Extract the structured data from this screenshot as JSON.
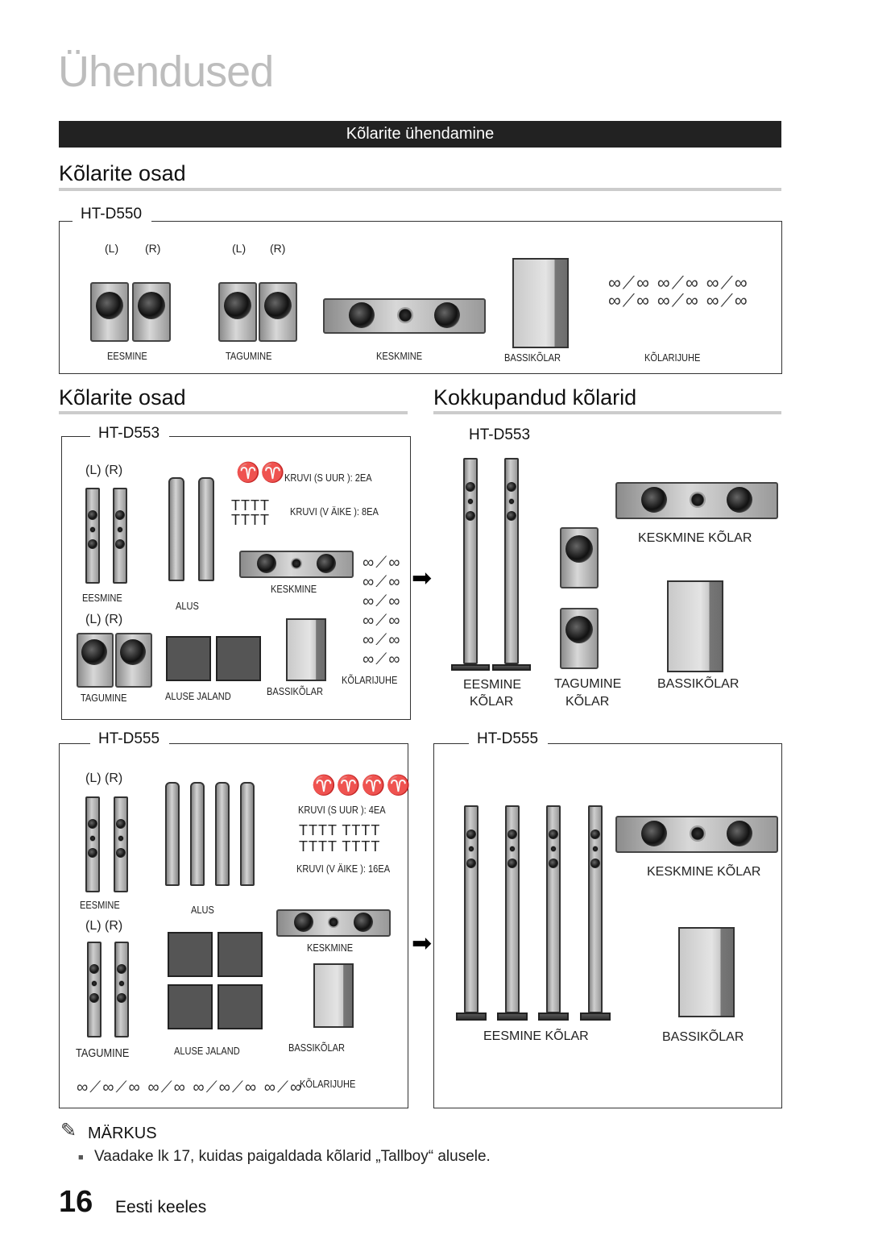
{
  "page": {
    "title": "Ühendused",
    "section_bar": "Kõlarite ühendamine",
    "page_number": "16",
    "language": "Eesti keeles"
  },
  "parts1": {
    "heading": "Kõlarite osad",
    "model": "HT-D550",
    "lr": [
      "(L)",
      "(R)",
      "(L)",
      "(R)"
    ],
    "labels": [
      "EESMINE",
      "TAGUMINE",
      "KESKMINE",
      "BASSIKÕLAR",
      "KÕLARIJUHE"
    ]
  },
  "parts2": {
    "heading": "Kõlarite osad",
    "model": "HT-D553",
    "lr_top": "(L)  (R)",
    "lr_bottom": "(L)      (R)",
    "screw_big": "KRUVI (S   UUR ): 2EA",
    "screw_small": "KRUVI (V  ÄIKE ): 8EA",
    "labels": {
      "front": "EESMINE",
      "stand": "ALUS",
      "center": "KESKMINE",
      "rear": "TAGUMINE",
      "base": "ALUSE JALAND",
      "sub": "BASSIKÕLAR",
      "cable": "KÕLARIJUHE"
    }
  },
  "assembled": {
    "heading": "Kokkupandud kõlarid",
    "model": "HT-D553",
    "center": "KESKMINE KÕLAR",
    "front": [
      "EESMINE",
      "KÕLAR"
    ],
    "rear": [
      "TAGUMINE",
      "KÕLAR"
    ],
    "sub": "BASSIKÕLAR"
  },
  "parts3": {
    "model": "HT-D555",
    "lr_top": "(L)  (R)",
    "lr_bottom": "(L)  (R)",
    "screw_big": "KRUVI (S   UUR ): 4EA",
    "screw_small": "KRUVI (V  ÄIKE ): 16EA",
    "labels": {
      "front": "EESMINE",
      "stand": "ALUS",
      "center": "KESKMINE",
      "rear": "TAGUMINE",
      "base": "ALUSE JALAND",
      "sub": "BASSIKÕLAR",
      "cable": "KÕLARIJUHE"
    }
  },
  "assembled2": {
    "model": "HT-D555",
    "center": "KESKMINE KÕLAR",
    "front": "EESMINE KÕLAR",
    "sub": "BASSIKÕLAR"
  },
  "note": {
    "heading": "MÄRKUS",
    "text": "Vaadake lk 17, kuidas paigaldada kõlarid „Tallboy“ alusele."
  },
  "icons": [
    "pencil-icon",
    "arrow-right-icon",
    "bullet-icon"
  ]
}
